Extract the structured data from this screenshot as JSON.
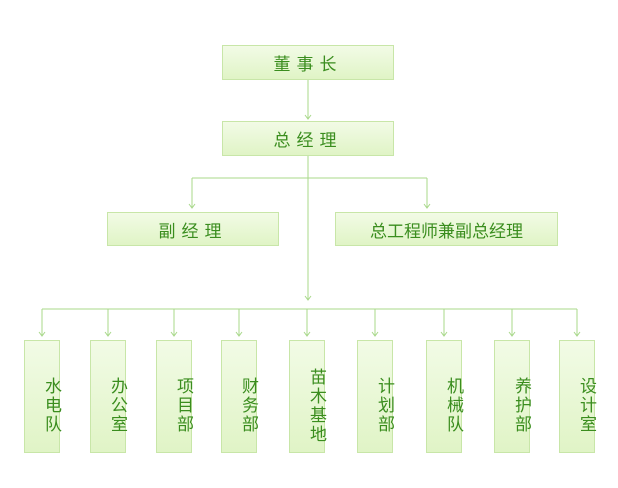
{
  "org": {
    "chairman": "董事长",
    "general_manager": "总经理",
    "deputy_manager": "副经理",
    "chief_engineer": "总工程师兼副总经理",
    "departments": [
      "水电队",
      "办公室",
      "项目部",
      "财务部",
      "苗木基地",
      "计划部",
      "机械队",
      "养护部",
      "设计室"
    ]
  },
  "colors": {
    "line": "#a8d88a",
    "text": "#3a8d1e",
    "box_border": "#c8e6a8",
    "box_fill_top": "#f2fbe6",
    "box_fill_bottom": "#e0f4c6"
  }
}
